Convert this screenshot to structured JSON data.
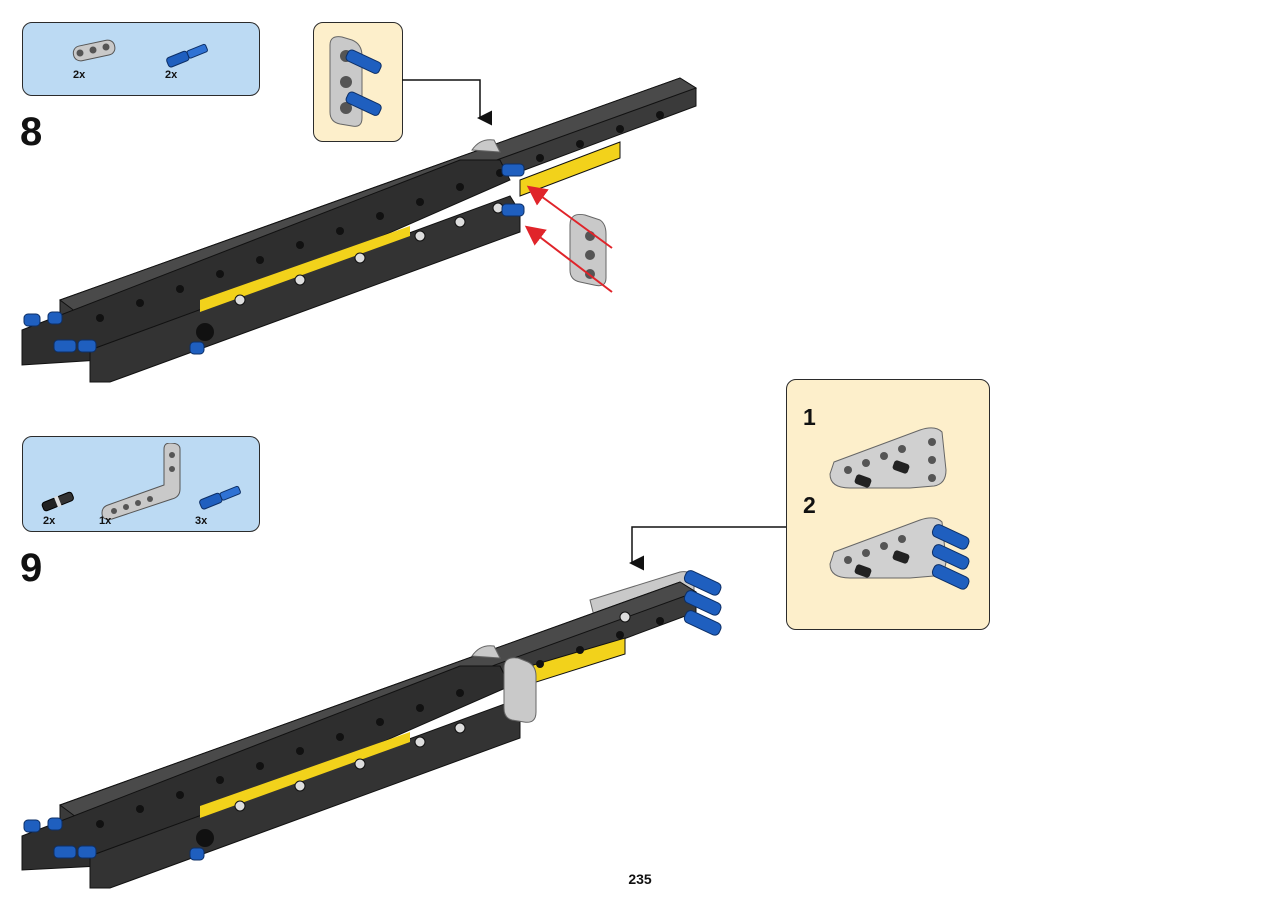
{
  "steps": [
    {
      "number": "8",
      "parts": [
        {
          "icon": "gray-3-hole-beam-icon",
          "qty": "2x"
        },
        {
          "icon": "blue-axle-pin-icon",
          "qty": "2x"
        }
      ]
    },
    {
      "number": "9",
      "parts": [
        {
          "icon": "black-friction-pin-icon",
          "qty": "2x"
        },
        {
          "icon": "gray-l-beam-icon",
          "qty": "1x"
        },
        {
          "icon": "blue-axle-pin-icon",
          "qty": "3x"
        }
      ],
      "substeps": [
        "1",
        "2"
      ]
    }
  ],
  "page_number": "235",
  "colors": {
    "parts_box_bg": "#bcdaf3",
    "callout_bg": "#fdefcb",
    "technic_black": "#2e2e2e",
    "technic_blue": "#1f5fbf",
    "technic_gray": "#c9c9c9",
    "stripe_yellow": "#f2d21b",
    "arrow_red": "#e0242a"
  }
}
